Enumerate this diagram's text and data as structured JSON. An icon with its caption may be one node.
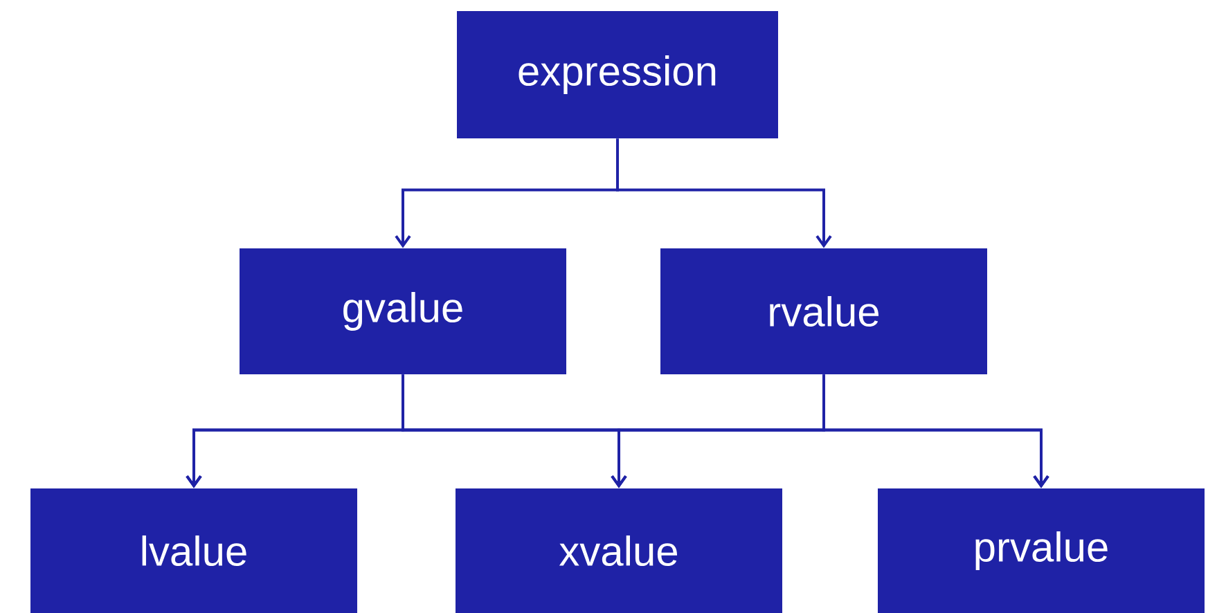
{
  "diagram": {
    "nodes": [
      {
        "text": [
          "expression"
        ]
      },
      {
        "text": [
          "gvalue"
        ]
      },
      {
        "text": [
          "rvalue"
        ]
      },
      {
        "text": [
          "lvalue"
        ]
      },
      {
        "text": [
          "xvalue"
        ]
      },
      {
        "text": [
          "prvalue"
        ]
      }
    ],
    "edges": [
      {
        "from": 0,
        "to": 1,
        "arrow": "to"
      },
      {
        "from": 0,
        "to": 2,
        "arrow": "to"
      },
      {
        "from": 1,
        "to": 3,
        "arrow": "to"
      },
      {
        "from": 1,
        "to": 4,
        "arrow": "to"
      },
      {
        "from": 1,
        "to": 5,
        "arrow": "to"
      },
      {
        "from": 2,
        "to": 3,
        "arrow": "to"
      },
      {
        "from": 2,
        "to": 4,
        "arrow": "to"
      },
      {
        "from": 2,
        "to": 5,
        "arrow": "to"
      }
    ]
  }
}
